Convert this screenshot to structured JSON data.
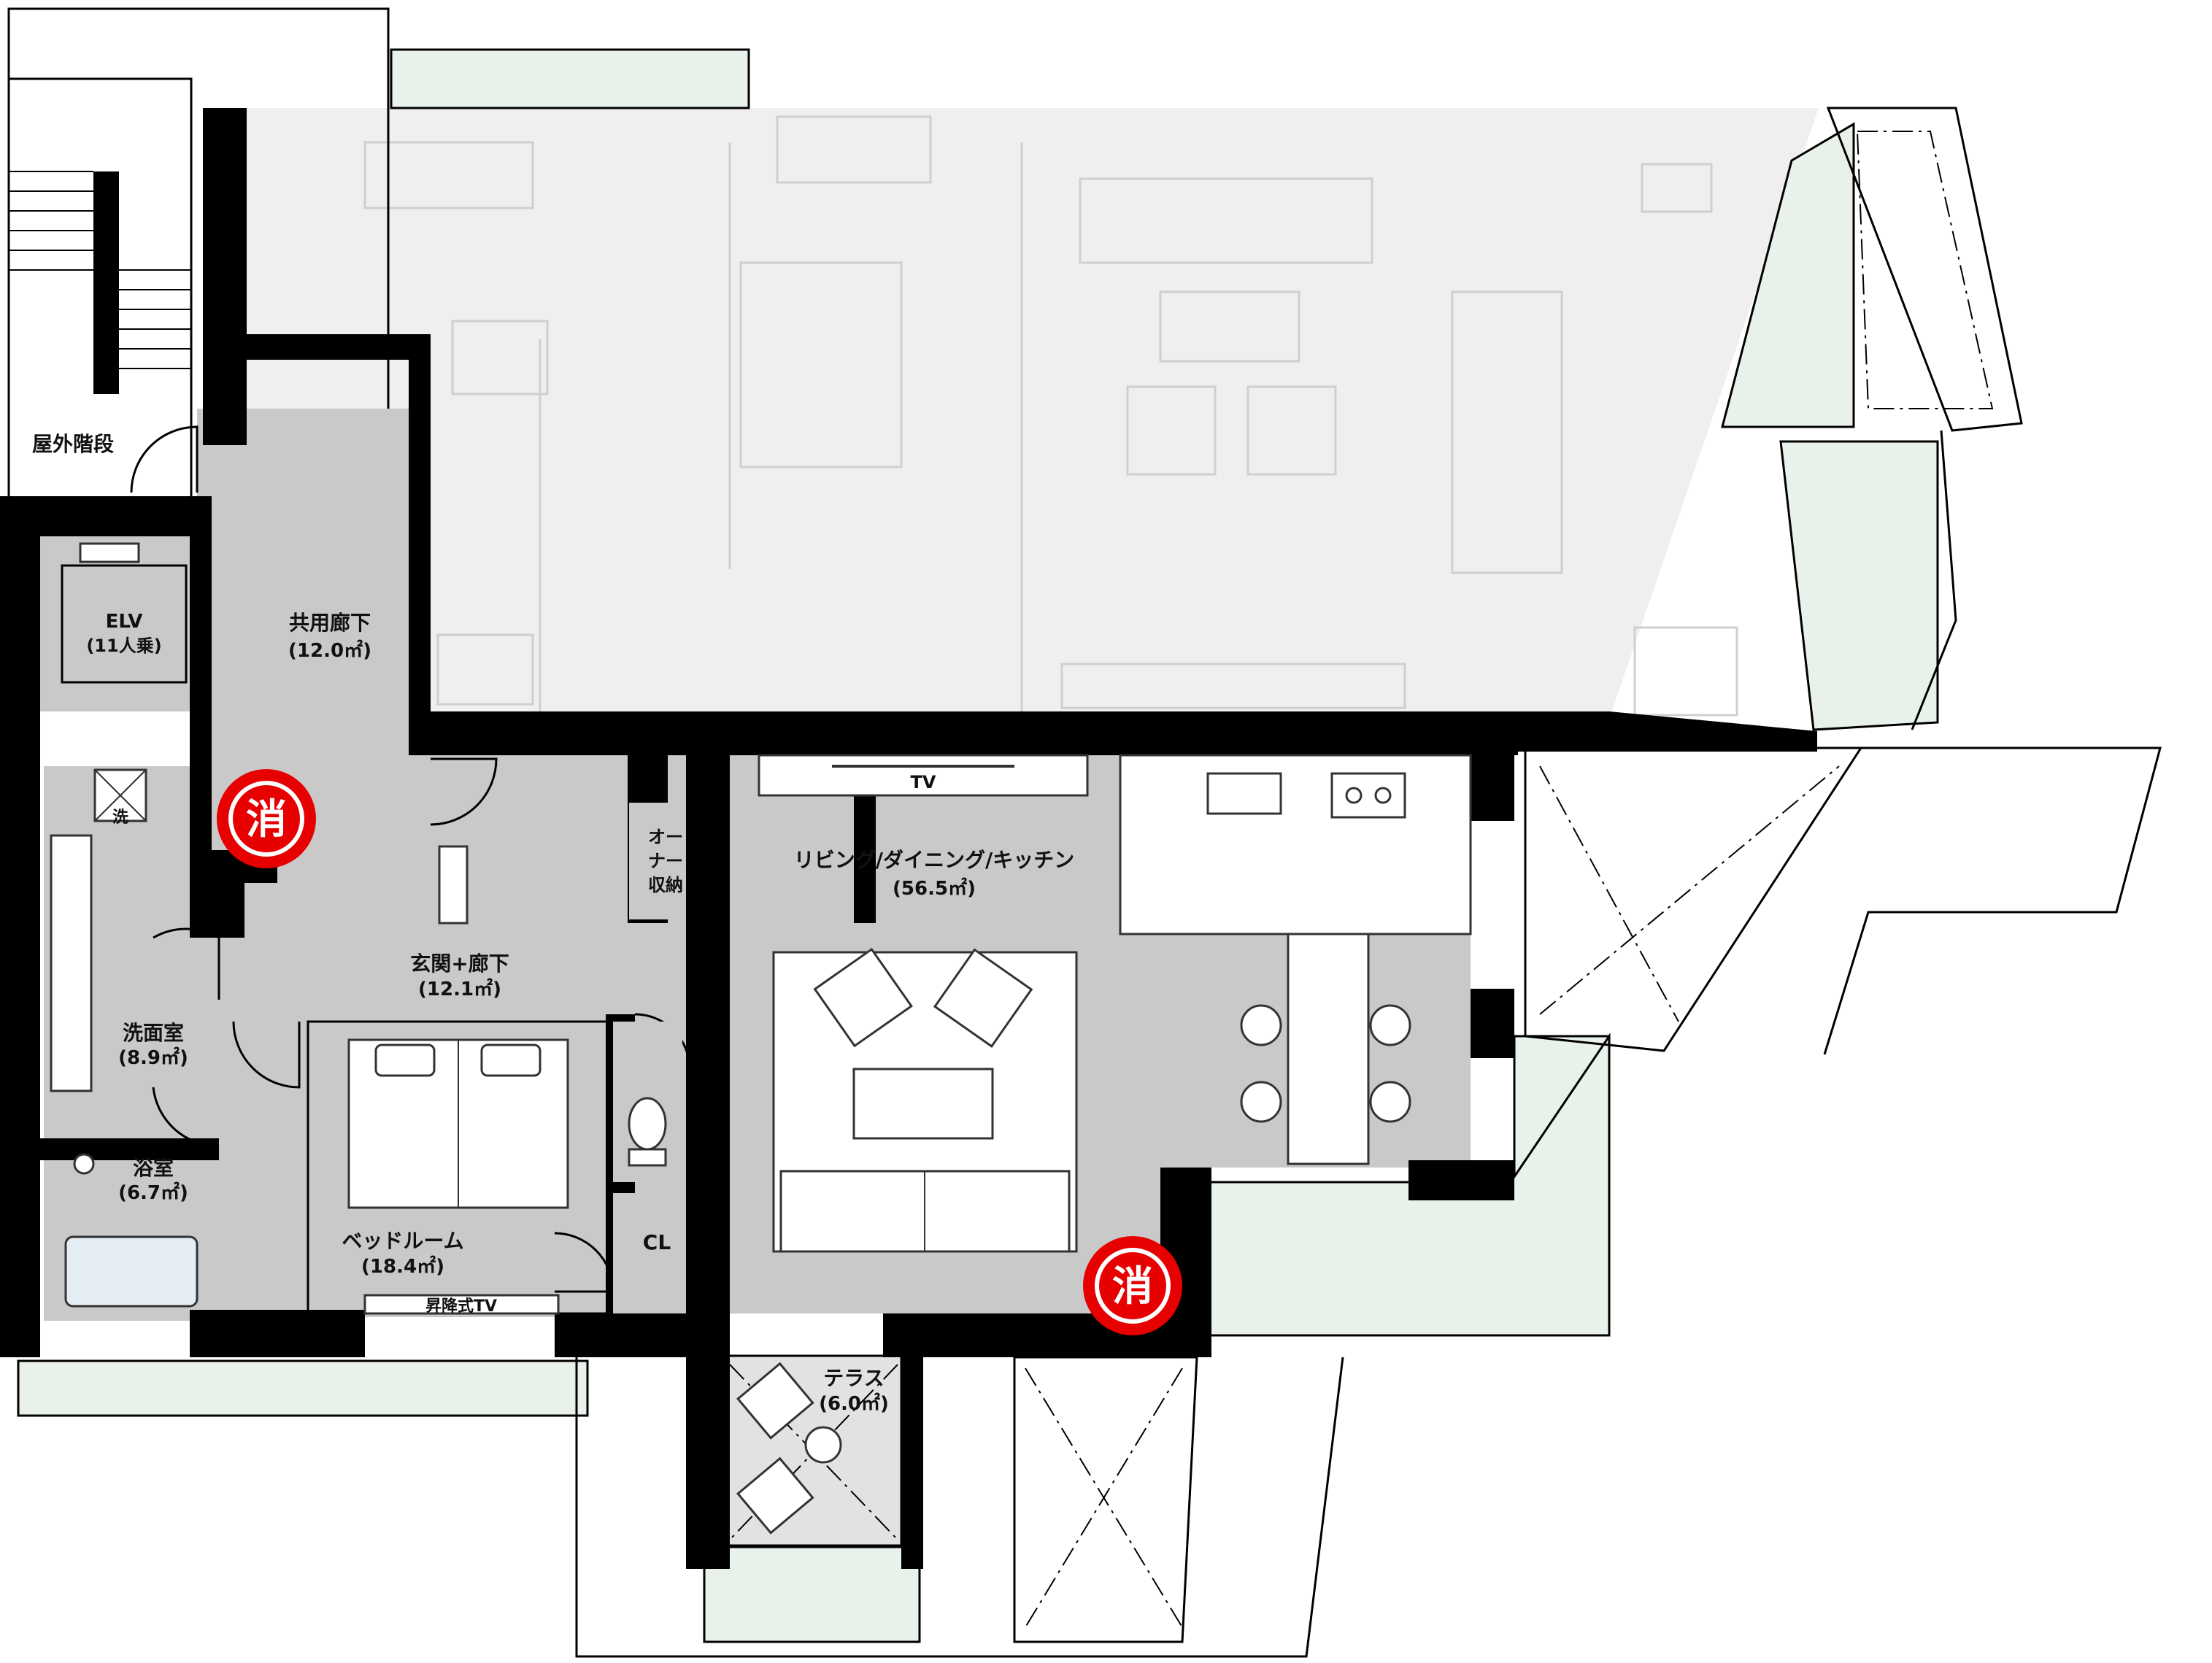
{
  "rooms": {
    "outdoor_stairs": "屋外階段",
    "elevator": "ELV",
    "elevator_capacity": "(11人乗)",
    "common_corridor": "共用廊下",
    "common_corridor_area": "(12.0㎡)",
    "owner_storage_1": "オー",
    "owner_storage_2": "ナー",
    "owner_storage_3": "収納",
    "living": "リビング/ダイニング/キッチン",
    "living_area": "(56.5㎡)",
    "entrance": "玄関+廊下",
    "entrance_area": "(12.1㎡)",
    "washroom": "洗面室",
    "washroom_area": "(8.9㎡)",
    "bathroom": "浴室",
    "bathroom_area": "(6.7㎡)",
    "bedroom": "ベッドルーム",
    "bedroom_area": "(18.4㎡)",
    "closet": "CL",
    "terrace": "テラス",
    "terrace_area": "(6.0㎡)"
  },
  "fixtures": {
    "tv": "TV",
    "lift_tv": "昇降式TV",
    "washer": "洗"
  },
  "badges": {
    "extinguisher": "消"
  },
  "colors": {
    "wall": "#000000",
    "room": "#c9c9c9",
    "ghost": "#efefef",
    "greenery": "#e8f1ea",
    "badge": "#e60000"
  }
}
